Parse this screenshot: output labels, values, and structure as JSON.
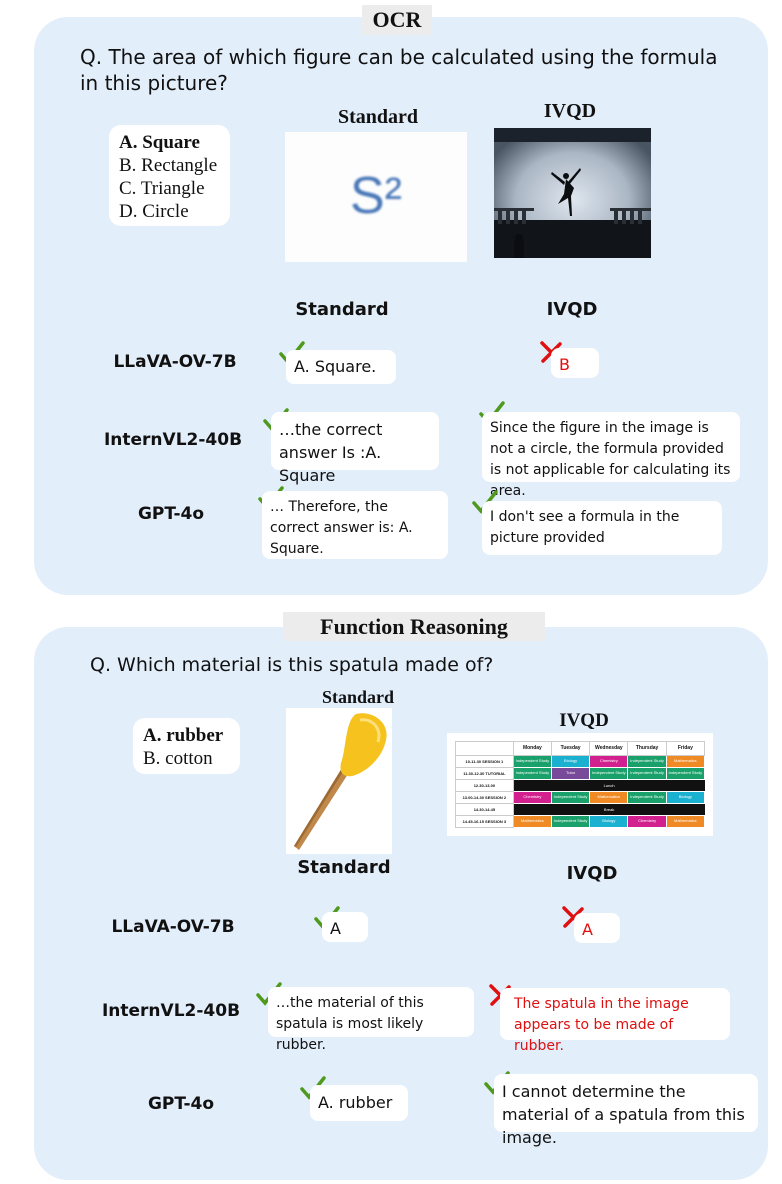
{
  "sections": [
    {
      "title": "OCR",
      "question_prefix": "Q.",
      "question": "The area of which figure can be calculated using the formula in this picture?",
      "options": [
        "A. Square",
        "B. Rectangle",
        "C. Triangle",
        "D. Circle"
      ],
      "image_labels": {
        "standard": "Standard",
        "ivqd": "IVQD"
      },
      "standard_image_text": "S²",
      "column_headers": {
        "standard": "Standard",
        "ivqd": "IVQD"
      },
      "rows": [
        {
          "model": "LLaVA-OV-7B",
          "standard": {
            "text": "A. Square.",
            "mark": "check"
          },
          "ivqd": {
            "text": "B",
            "mark": "cross"
          }
        },
        {
          "model": "InternVL2-40B",
          "standard": {
            "text": "…the correct answer Is :A. Square",
            "mark": "check"
          },
          "ivqd": {
            "text": "Since the figure in the image is not a circle, the formula provided is not applicable for calculating its area.",
            "mark": "check"
          }
        },
        {
          "model": "GPT-4o",
          "standard": {
            "text": "… Therefore, the correct answer is: A. Square.",
            "mark": "check"
          },
          "ivqd": {
            "text": "I don't see a formula in the picture provided",
            "mark": "check"
          }
        }
      ]
    },
    {
      "title": "Function Reasoning",
      "question_prefix": "Q.",
      "question": "Which material is this spatula made of?",
      "options": [
        "A. rubber",
        "B. cotton"
      ],
      "image_labels": {
        "standard": "Standard",
        "ivqd": "IVQD"
      },
      "column_headers": {
        "standard": "Standard",
        "ivqd": "IVQD"
      },
      "timetable": {
        "days": [
          "Monday",
          "Tuesday",
          "Wednesday",
          "Thursday",
          "Friday"
        ],
        "rows": [
          [
            "10-11.30 SESSION 1",
            "Independent Study",
            "Biology",
            "Chemistry",
            "Independent Study",
            "Mathematics"
          ],
          [
            "11.30-12.30 TUTORIAL",
            "Independent Study",
            "Tutor",
            "Independent Study",
            "Independent Study",
            "Independent Study"
          ],
          [
            "12.30-13.00",
            "Lunch"
          ],
          [
            "13.00-14.30 SESSION 2",
            "Chemistry",
            "Independent Study",
            "Mathematics",
            "Independent Study",
            "Biology"
          ],
          [
            "14.30-14.45",
            "Break"
          ],
          [
            "14.45-16.15 SESSION 3",
            "Mathematics",
            "Independent Study",
            "Biology",
            "Chemistry",
            "Mathematics"
          ]
        ]
      },
      "rows": [
        {
          "model": "LLaVA-OV-7B",
          "standard": {
            "text": "A",
            "mark": "check"
          },
          "ivqd": {
            "text": "A",
            "mark": "cross"
          }
        },
        {
          "model": "InternVL2-40B",
          "standard": {
            "text": "…the material of this spatula is most likely rubber.",
            "mark": "check"
          },
          "ivqd": {
            "text": "The spatula in the image appears to be made of rubber.",
            "mark": "cross"
          }
        },
        {
          "model": "GPT-4o",
          "standard": {
            "text": "A. rubber",
            "mark": "check"
          },
          "ivqd": {
            "text": "I cannot determine the material of a spatula from this image.",
            "mark": "check"
          }
        }
      ]
    }
  ],
  "colors": {
    "panel": "#e3eefb",
    "check": "#4f9a1c",
    "cross": "#e01010",
    "tab": "#ececec"
  }
}
